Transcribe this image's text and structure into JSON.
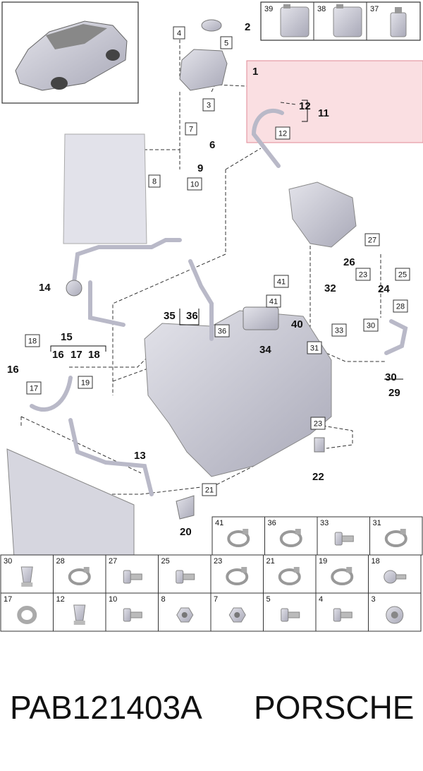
{
  "callouts": [
    {
      "id": "c1",
      "text": "1"
    },
    {
      "id": "c2",
      "text": "2"
    },
    {
      "id": "c6",
      "text": "6"
    },
    {
      "id": "c9",
      "text": "9"
    },
    {
      "id": "c11",
      "text": "11"
    },
    {
      "id": "c12b",
      "text": "12"
    },
    {
      "id": "c13",
      "text": "13"
    },
    {
      "id": "c14",
      "text": "14"
    },
    {
      "id": "c15",
      "text": "15"
    },
    {
      "id": "c16a",
      "text": "16"
    },
    {
      "id": "c16b",
      "text": "16"
    },
    {
      "id": "c17",
      "text": "17"
    },
    {
      "id": "c18",
      "text": "18"
    },
    {
      "id": "c20",
      "text": "20"
    },
    {
      "id": "c22",
      "text": "22"
    },
    {
      "id": "c24",
      "text": "24"
    },
    {
      "id": "c26",
      "text": "26"
    },
    {
      "id": "c29",
      "text": "29"
    },
    {
      "id": "c30",
      "text": "30"
    },
    {
      "id": "c32",
      "text": "32"
    },
    {
      "id": "c34",
      "text": "34"
    },
    {
      "id": "c35",
      "text": "35"
    },
    {
      "id": "c36",
      "text": "36"
    },
    {
      "id": "c40",
      "text": "40"
    }
  ],
  "boxed_callouts": [
    {
      "id": "b3",
      "text": "3"
    },
    {
      "id": "b4",
      "text": "4"
    },
    {
      "id": "b5",
      "text": "5"
    },
    {
      "id": "b7",
      "text": "7"
    },
    {
      "id": "b8",
      "text": "8"
    },
    {
      "id": "b10",
      "text": "10"
    },
    {
      "id": "b12",
      "text": "12"
    },
    {
      "id": "b17",
      "text": "17"
    },
    {
      "id": "b18",
      "text": "18"
    },
    {
      "id": "b19",
      "text": "19"
    },
    {
      "id": "b21",
      "text": "21"
    },
    {
      "id": "b23a",
      "text": "23"
    },
    {
      "id": "b23b",
      "text": "23"
    },
    {
      "id": "b25",
      "text": "25"
    },
    {
      "id": "b27",
      "text": "27"
    },
    {
      "id": "b28",
      "text": "28"
    },
    {
      "id": "b30",
      "text": "30"
    },
    {
      "id": "b31",
      "text": "31"
    },
    {
      "id": "b33",
      "text": "33"
    },
    {
      "id": "b36",
      "text": "36"
    },
    {
      "id": "b41a",
      "text": "41"
    },
    {
      "id": "b41b",
      "text": "41"
    }
  ],
  "top_parts": [
    {
      "num": "39",
      "icon": "canister-icon"
    },
    {
      "num": "38",
      "icon": "canister-icon"
    },
    {
      "num": "37",
      "icon": "bottle-icon"
    }
  ],
  "fastener_row1": [
    {
      "num": "41",
      "icon": "hose-clamp-icon"
    },
    {
      "num": "36",
      "icon": "hose-clamp-icon"
    },
    {
      "num": "33",
      "icon": "bolt-icon"
    },
    {
      "num": "31",
      "icon": "hose-clamp-icon"
    }
  ],
  "fastener_row2": [
    {
      "num": "30",
      "icon": "clip-icon"
    },
    {
      "num": "28",
      "icon": "hose-clamp-icon"
    },
    {
      "num": "27",
      "icon": "bolt-icon"
    },
    {
      "num": "25",
      "icon": "bolt-icon"
    },
    {
      "num": "23",
      "icon": "hose-clamp-icon"
    },
    {
      "num": "21",
      "icon": "hose-clamp-icon"
    },
    {
      "num": "19",
      "icon": "hose-clamp-icon"
    },
    {
      "num": "18",
      "icon": "screw-icon"
    }
  ],
  "fastener_row3": [
    {
      "num": "17",
      "icon": "seal-ring-icon"
    },
    {
      "num": "12",
      "icon": "clip-icon"
    },
    {
      "num": "10",
      "icon": "bolt-icon"
    },
    {
      "num": "8",
      "icon": "nut-icon"
    },
    {
      "num": "7",
      "icon": "nut-icon"
    },
    {
      "num": "5",
      "icon": "flange-bolt-icon"
    },
    {
      "num": "4",
      "icon": "flange-bolt-icon"
    },
    {
      "num": "3",
      "icon": "plug-icon"
    }
  ],
  "caption": {
    "code": "PAB121403A",
    "brand": "PORSCHE"
  },
  "colors": {
    "highlight": "#f7c9cf",
    "highlight_border": "#e08a96",
    "part": "#c9c9d6",
    "outline": "#555"
  }
}
